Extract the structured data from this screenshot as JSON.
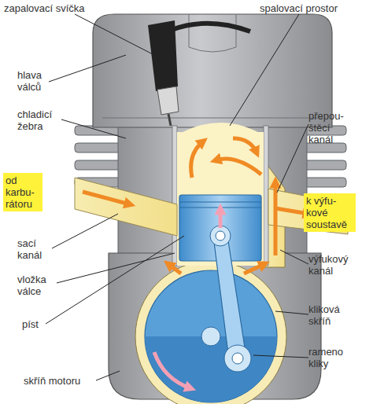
{
  "diagram": {
    "nodes": [
      {
        "text": [
          "od karbu- rátoru"
        ]
      },
      {
        "text": [
          "k výfu- kové soustavě"
        ]
      }
    ],
    "labels": [
      "zapalovací svíčka",
      "spalovací prostor",
      "hlava válců",
      "chladicí žebra",
      "přepou- štěcí kanál",
      "sací kanál",
      "vložka válce",
      "píst",
      "skříň motoru",
      "výfukový kanál",
      "kliková skříň",
      "rameno kliky"
    ]
  }
}
